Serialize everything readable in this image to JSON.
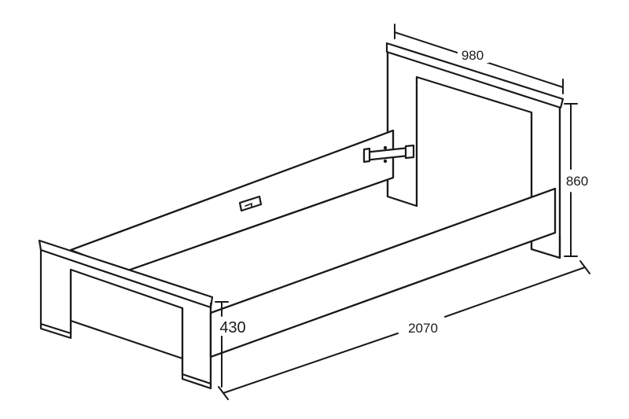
{
  "dimensions": {
    "width": "980",
    "height_headboard": "860",
    "height_footboard": "430",
    "length": "2070"
  }
}
